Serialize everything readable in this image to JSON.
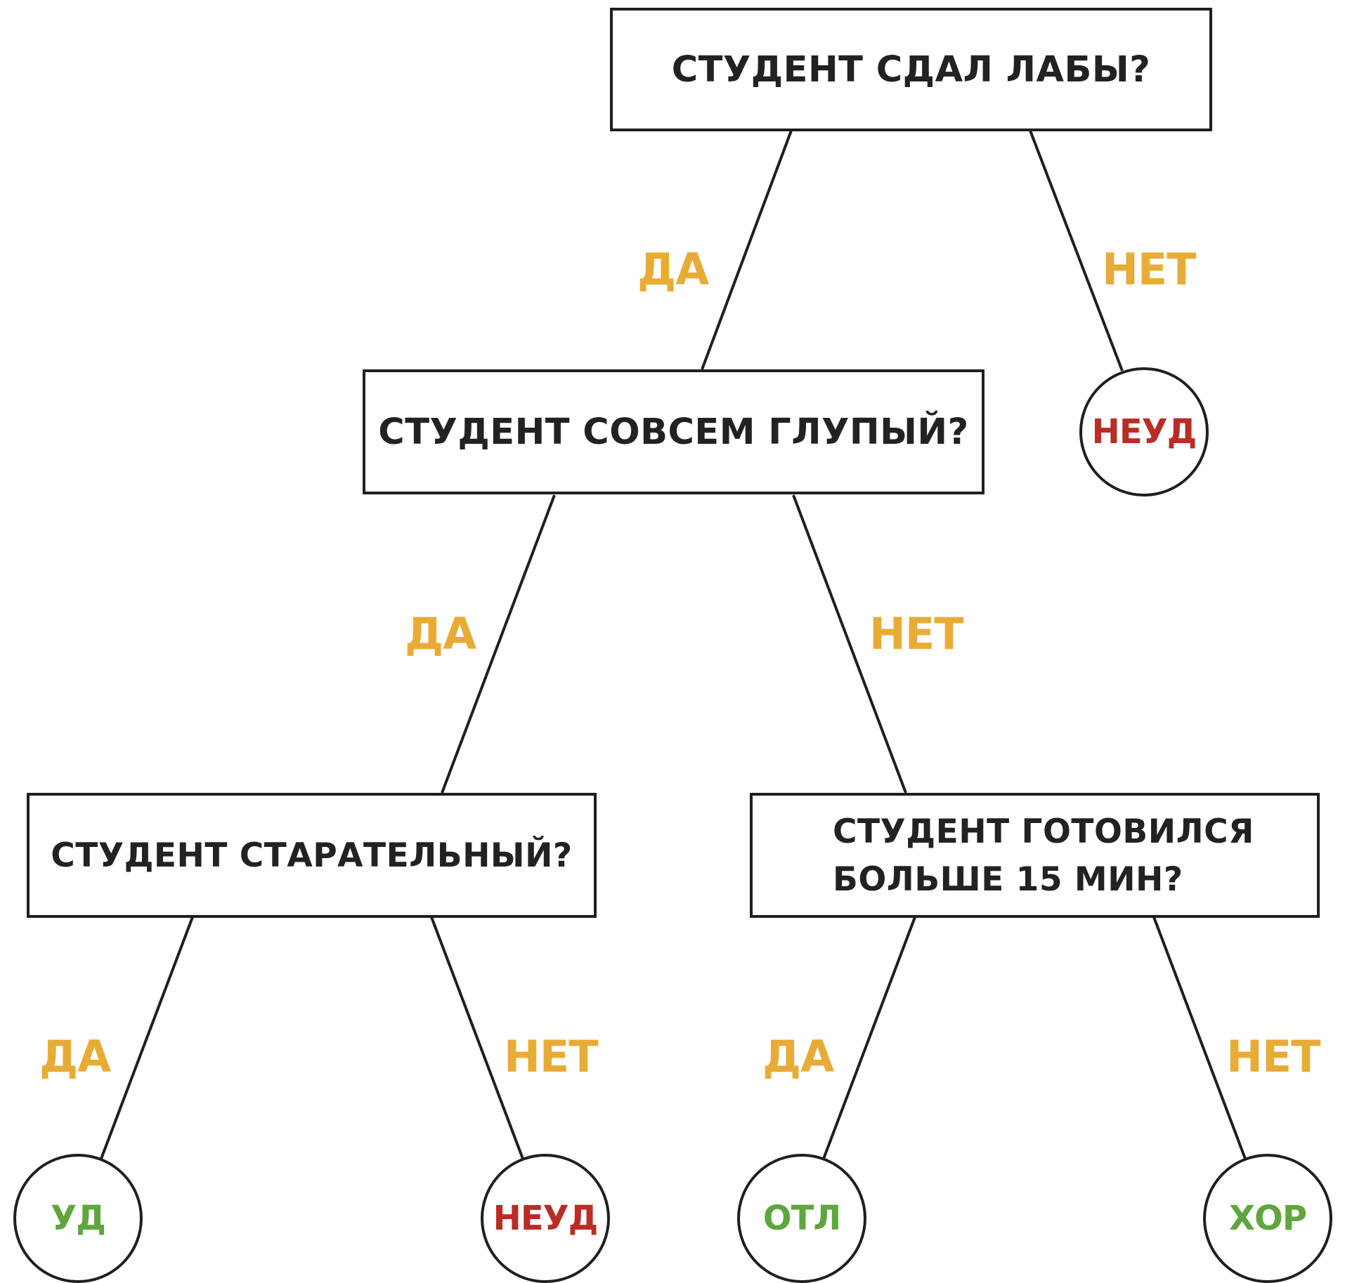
{
  "colors": {
    "line": "#1f1f1f",
    "question_text": "#222222",
    "edge_label": "#e8ac36",
    "outcome_bad": "#b82d26",
    "outcome_good": "#5ea63e"
  },
  "questions": {
    "root": "СТУДЕНТ СДАЛ ЛАБЫ?",
    "mid": "СТУДЕНТ СОВСЕМ ГЛУПЫЙ?",
    "left": "СТУДЕНТ СТАРАТЕЛЬНЫЙ?",
    "right_line1": "СТУДЕНТ ГОТОВИЛСЯ",
    "right_line2": "БОЛЬШЕ 15 МИН?"
  },
  "edge_labels": {
    "root_yes": "ДА",
    "root_no": "НЕТ",
    "mid_yes": "ДА",
    "mid_no": "НЕТ",
    "left_yes": "ДА",
    "left_no": "НЕТ",
    "right_yes": "ДА",
    "right_no": "НЕТ"
  },
  "outcomes": {
    "root_no": "НЕУД",
    "left_yes": "УД",
    "left_no": "НЕУД",
    "right_yes": "ОТЛ",
    "right_no": "ХОР"
  }
}
